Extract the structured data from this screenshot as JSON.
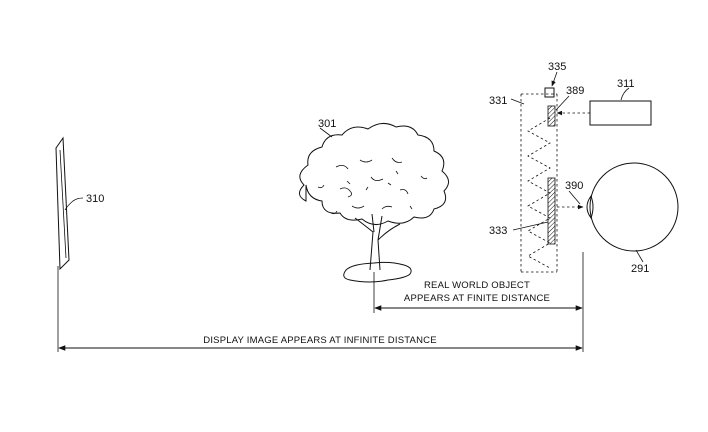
{
  "figure": {
    "refs": {
      "display": "310",
      "tree": "301",
      "projector": "311",
      "eye": "291",
      "combiner": "331",
      "top_element": "335",
      "upper_reflector": "389",
      "lower_reflector": "333",
      "output_point": "390"
    },
    "captions": {
      "finite_line1": "REAL WORLD OBJECT",
      "finite_line2": "APPEARS AT FINITE DISTANCE",
      "infinite": "DISPLAY IMAGE APPEARS AT INFINITE DISTANCE"
    }
  }
}
